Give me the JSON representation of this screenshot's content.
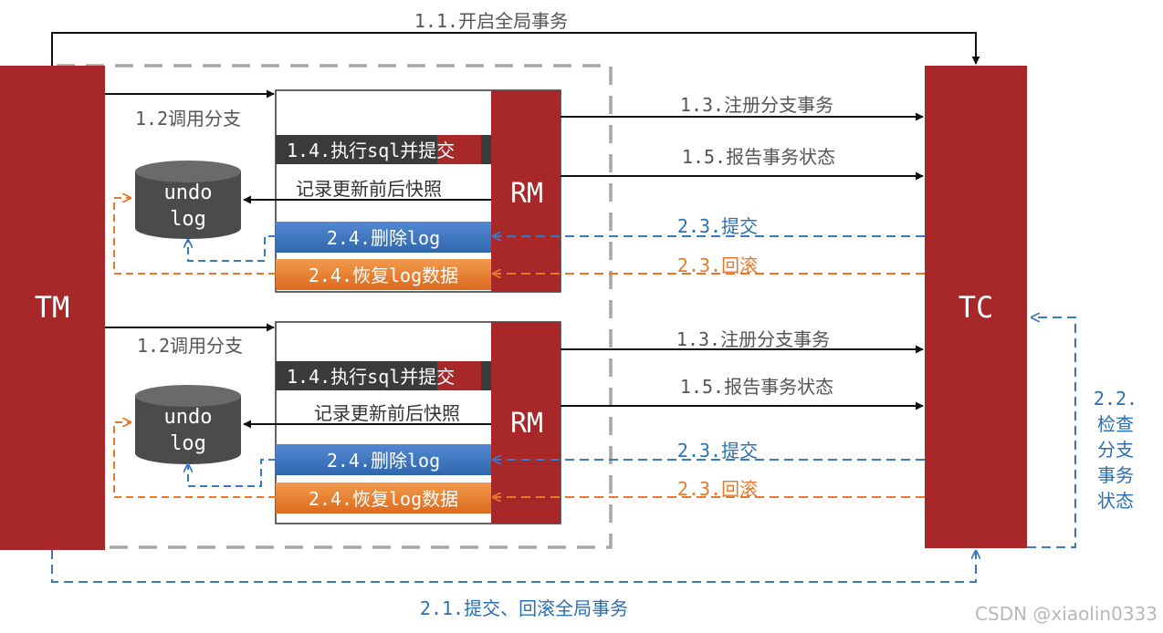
{
  "colors": {
    "red": "#a8282a",
    "dark": "#3b3b3b",
    "blue": "#3d78c6",
    "blue_text": "#2a6fb5",
    "orange": "#e9782a",
    "gray_text": "#555555",
    "dash_gray": "#a6a6a6"
  },
  "nodes": {
    "tm": "TM",
    "tc": "TC",
    "rm": "RM",
    "undo_line1": "undo",
    "undo_line2": "log"
  },
  "steps": {
    "begin_global": "1.1.开启全局事务",
    "call_branch": "1.2调用分支",
    "register_branch": "1.3.注册分支事务",
    "exec_sql_a": "1.4.执行sql并",
    "exec_sql_b": "提交",
    "record_snapshot": "记录更新前后快照",
    "report_status": "1.5.报告事务状态",
    "tc_commit": "2.3.提交",
    "tc_rollback": "2.3.回滚",
    "delete_log": "2.4.删除log",
    "restore_log": "2.4.恢复log数据",
    "check_lines": [
      "2.2.",
      "检查",
      "分支",
      "事务",
      "状态"
    ],
    "global_commit_rollback": "2.1.提交、回滚全局事务"
  },
  "watermark": "CSDN @xiaolin0333"
}
